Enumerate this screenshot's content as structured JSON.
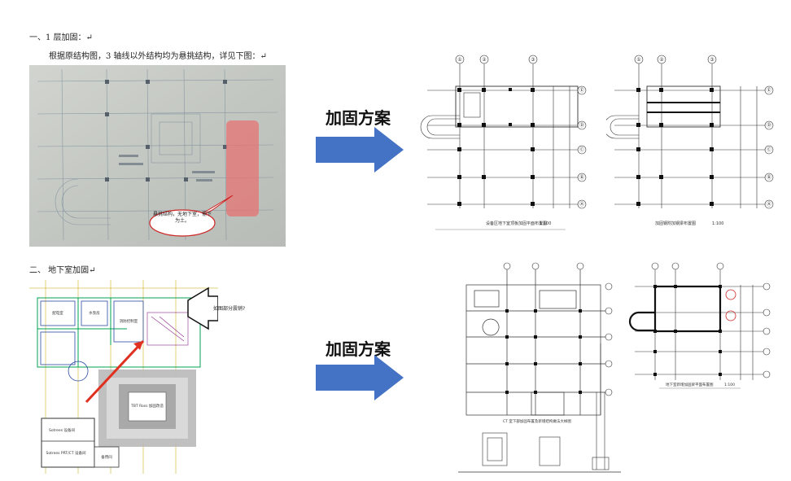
{
  "section1": {
    "heading": "一、1 层加固：↵",
    "paragraph": "根据原结构图，3 轴线以外结构均为悬挑结构，详见下图：↵",
    "photo_callout": "悬挑结构，无地下室，需下为土。",
    "arrow_label": "加固方案",
    "plan_left_caption": "设备区地下室顶板加固平面布置图",
    "plan_right_caption": "加固钢附加钢梁布置图",
    "scale": "1:100",
    "axis_top": [
      "①",
      "②",
      "③"
    ],
    "axis_side": [
      "Ⓔ",
      "Ⓓ",
      "Ⓒ",
      "Ⓑ",
      "Ⓐ"
    ]
  },
  "section2": {
    "heading": "二、 地下室加固↵",
    "annotation": "如图部分震销?",
    "arrow_label": "加固方案",
    "room_labels": [
      "配电室",
      "水泵房",
      "消防控制室",
      "TBT Ross 加固改造",
      "Sotrees 设备间",
      "Sotrees PRT/CT 设备间",
      "备用间"
    ],
    "plan_left_caption": "CT 室下部加固布置及新增结构做法大样图",
    "plan_right_caption": "地下室新增加固梁平面布置图",
    "scale": "1:100"
  },
  "colors": {
    "arrow_blue": "#4472c4",
    "highlight_red": "#e57373",
    "drawing_line": "#333333",
    "axis_red": "#cc2222"
  }
}
